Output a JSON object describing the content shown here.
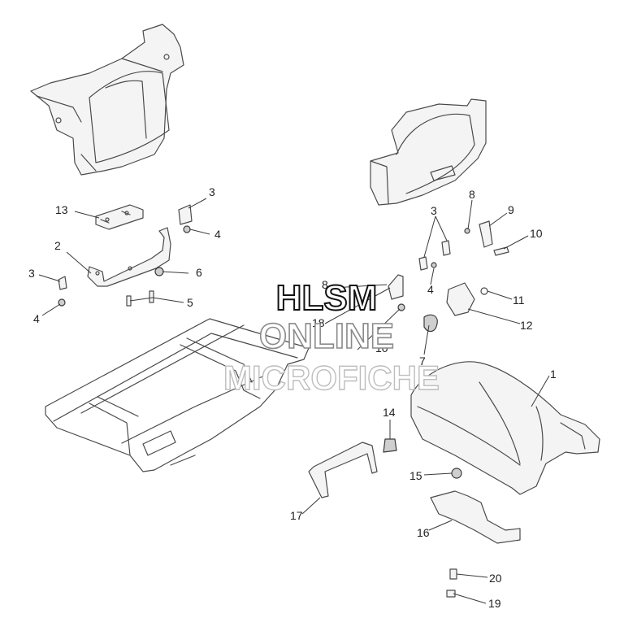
{
  "callouts": [
    {
      "id": "c3a",
      "label": "3"
    },
    {
      "id": "c13",
      "label": "13"
    },
    {
      "id": "c4a",
      "label": "4"
    },
    {
      "id": "c2",
      "label": "2"
    },
    {
      "id": "c6",
      "label": "6"
    },
    {
      "id": "c3b",
      "label": "3"
    },
    {
      "id": "c5",
      "label": "5"
    },
    {
      "id": "c4b",
      "label": "4"
    },
    {
      "id": "c8a",
      "label": "8"
    },
    {
      "id": "c18",
      "label": "18"
    },
    {
      "id": "c10a",
      "label": "10"
    },
    {
      "id": "c8b",
      "label": "8"
    },
    {
      "id": "c9",
      "label": "9"
    },
    {
      "id": "c10b",
      "label": "10"
    },
    {
      "id": "c3c",
      "label": "3"
    },
    {
      "id": "c4c",
      "label": "4"
    },
    {
      "id": "c11",
      "label": "11"
    },
    {
      "id": "c12",
      "label": "12"
    },
    {
      "id": "c7",
      "label": "7"
    },
    {
      "id": "c1",
      "label": "1"
    },
    {
      "id": "c14",
      "label": "14"
    },
    {
      "id": "c15",
      "label": "15"
    },
    {
      "id": "c17",
      "label": "17"
    },
    {
      "id": "c16",
      "label": "16"
    },
    {
      "id": "c20",
      "label": "20"
    },
    {
      "id": "c19",
      "label": "19"
    }
  ],
  "watermark": {
    "line1": "HLSM",
    "line2": "ONLINE",
    "line3": "MICROFICHE"
  }
}
